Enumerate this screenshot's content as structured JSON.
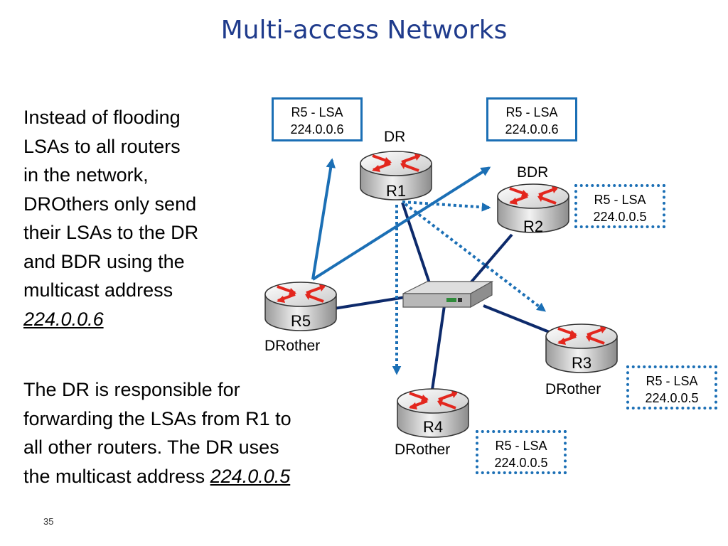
{
  "title": "Multi-access Networks",
  "text": {
    "para1_lines": [
      "Instead of flooding",
      "LSAs to all routers",
      "in the network,",
      "DROthers only send",
      "their LSAs to the DR",
      "and BDR using the",
      "multicast address"
    ],
    "para1_address": "224.0.0.6",
    "para2_lines": [
      "The DR is responsible for",
      "forwarding the LSAs from R1 to",
      "all other routers. The DR uses"
    ],
    "para2_last_prefix": "the multicast address",
    "para2_address": "224.0.0.5"
  },
  "routers": {
    "r1": {
      "name": "R1",
      "role": "DR"
    },
    "r2": {
      "name": "R2",
      "role": "BDR"
    },
    "r3": {
      "name": "R3",
      "role": "DRother"
    },
    "r4": {
      "name": "R4",
      "role": "DRother"
    },
    "r5": {
      "name": "R5",
      "role": "DRother"
    }
  },
  "lsa_boxes": {
    "to_dr": {
      "line1": "R5 - LSA",
      "line2": "224.0.0.6"
    },
    "to_bdr": {
      "line1": "R5 - LSA",
      "line2": "224.0.0.6"
    },
    "r2": {
      "line1": "R5 - LSA",
      "line2": "224.0.0.5"
    },
    "r3": {
      "line1": "R5 - LSA",
      "line2": "224.0.0.5"
    },
    "r4": {
      "line1": "R5 - LSA",
      "line2": "224.0.0.5"
    }
  },
  "page_number": "35",
  "colors": {
    "title": "#1f3b8c",
    "link": "#0d2a6b",
    "lsa_arrow": "#1b6fb5",
    "router_arrow": "#e3261d"
  }
}
